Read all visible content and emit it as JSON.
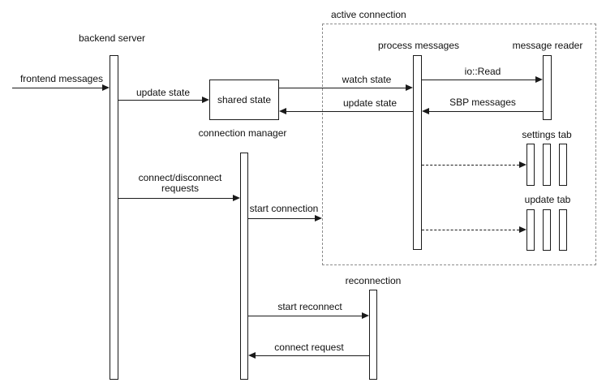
{
  "lifelines": {
    "backend_server": "backend server",
    "connection_manager": "connection manager",
    "process_messages": "process messages",
    "message_reader": "message reader",
    "reconnection": "reconnection",
    "settings_tab": "settings tab",
    "update_tab": "update tab"
  },
  "frames": {
    "active_connection": "active connection"
  },
  "nodes": {
    "shared_state": "shared state"
  },
  "messages": {
    "frontend_messages": "frontend messages",
    "update_state_to_shared": "update state",
    "watch_state": "watch state",
    "io_read": "io::Read",
    "sbp_messages": "SBP messages",
    "update_state_from_process": "update state",
    "connect_disconnect_line1": "connect/disconnect",
    "connect_disconnect_line2": "requests",
    "start_connection": "start connection",
    "start_reconnect": "start reconnect",
    "connect_request": "connect request"
  },
  "colors": {
    "stroke": "#1a1a1a",
    "frame_border": "#8c8c8c",
    "bar_fill": "#ffffff",
    "background": "#ffffff"
  }
}
